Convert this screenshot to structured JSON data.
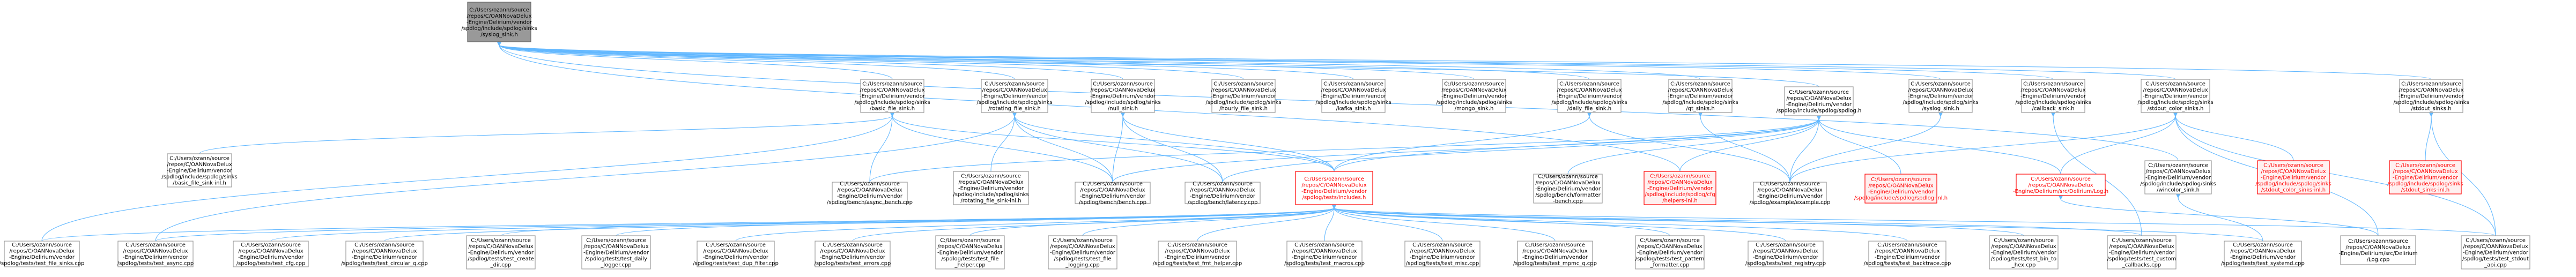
{
  "graph": {
    "title": "",
    "colors": {
      "edge": "#63b8ff",
      "node_border": "#999999",
      "root_fill": "#999999",
      "highlight_border": "#ff0000",
      "highlight_text": "#ff0000",
      "highlight_fill": "#fff0f0"
    },
    "nodes": [
      {
        "id": "root",
        "style": "root",
        "lines": [
          "C:/Users/ozann/source",
          "/repos/C/OANNovaDelux",
          "-Engine/Delirium/vendor",
          "/spdlog/include/spdlog/sinks",
          "/syslog_sink.h"
        ]
      },
      {
        "id": "basic_file",
        "style": "normal",
        "lines": [
          "C:/Users/ozann/source",
          "/repos/C/OANNovaDelux",
          "-Engine/Delirium/vendor",
          "/spdlog/include/spdlog/sinks",
          "/basic_file_sink.h"
        ]
      },
      {
        "id": "rotating",
        "style": "normal",
        "lines": [
          "C:/Users/ozann/source",
          "/repos/C/OANNovaDelux",
          "-Engine/Delirium/vendor",
          "/spdlog/include/spdlog/sinks",
          "/rotating_file_sink.h"
        ]
      },
      {
        "id": "null_sink",
        "style": "normal",
        "lines": [
          "C:/Users/ozann/source",
          "/repos/C/OANNovaDelux",
          "-Engine/Delirium/vendor",
          "/spdlog/include/spdlog/sinks",
          "/null_sink.h"
        ]
      },
      {
        "id": "hourly",
        "style": "normal",
        "lines": [
          "C:/Users/ozann/source",
          "/repos/C/OANNovaDelux",
          "-Engine/Delirium/vendor",
          "/spdlog/include/spdlog/sinks",
          "/hourly_file_sink.h"
        ]
      },
      {
        "id": "kafka",
        "style": "normal",
        "lines": [
          "C:/Users/ozann/source",
          "/repos/C/OANNovaDelux",
          "-Engine/Delirium/vendor",
          "/spdlog/include/spdlog/sinks",
          "/kafka_sink.h"
        ]
      },
      {
        "id": "mongo",
        "style": "normal",
        "lines": [
          "C:/Users/ozann/source",
          "/repos/C/OANNovaDelux",
          "-Engine/Delirium/vendor",
          "/spdlog/include/spdlog/sinks",
          "/mongo_sink.h"
        ]
      },
      {
        "id": "daily",
        "style": "normal",
        "lines": [
          "C:/Users/ozann/source",
          "/repos/C/OANNovaDelux",
          "-Engine/Delirium/vendor",
          "/spdlog/include/spdlog/sinks",
          "/daily_file_sink.h"
        ]
      },
      {
        "id": "qt",
        "style": "normal",
        "lines": [
          "C:/Users/ozann/source",
          "/repos/C/OANNovaDelux",
          "-Engine/Delirium/vendor",
          "/spdlog/include/spdlog/sinks",
          "/qt_sinks.h"
        ]
      },
      {
        "id": "spdlog_h",
        "style": "normal",
        "lines": [
          "C:/Users/ozann/source",
          "/repos/C/OANNovaDelux",
          "-Engine/Delirium/vendor",
          "/spdlog/include/spdlog/spdlog.h"
        ]
      },
      {
        "id": "syslog_sink",
        "style": "normal",
        "lines": [
          "C:/Users/ozann/source",
          "/repos/C/OANNovaDelux",
          "-Engine/Delirium/vendor",
          "/spdlog/include/spdlog/sinks",
          "/syslog_sink.h"
        ]
      },
      {
        "id": "callback",
        "style": "normal",
        "lines": [
          "C:/Users/ozann/source",
          "/repos/C/OANNovaDelux",
          "-Engine/Delirium/vendor",
          "/spdlog/include/spdlog/sinks",
          "/callback_sink.h"
        ]
      },
      {
        "id": "stdout_color",
        "style": "normal",
        "lines": [
          "C:/Users/ozann/source",
          "/repos/C/OANNovaDelux",
          "-Engine/Delirium/vendor",
          "/spdlog/include/spdlog/sinks",
          "/stdout_color_sinks.h"
        ]
      },
      {
        "id": "stdout_sinks",
        "style": "normal",
        "lines": [
          "C:/Users/ozann/source",
          "/repos/C/OANNovaDelux",
          "-Engine/Delirium/vendor",
          "/spdlog/include/spdlog/sinks",
          "/stdout_sinks.h"
        ]
      },
      {
        "id": "basic_file_inl",
        "style": "normal",
        "lines": [
          "C:/Users/ozann/source",
          "/repos/C/OANNovaDelux",
          "-Engine/Delirium/vendor",
          "/spdlog/include/spdlog/sinks",
          "/basic_file_sink-inl.h"
        ]
      },
      {
        "id": "bench_async",
        "style": "normal",
        "lines": [
          "C:/Users/ozann/source",
          "/repos/C/OANNovaDelux",
          "-Engine/Delirium/vendor",
          "/spdlog/bench/async_bench.cpp"
        ]
      },
      {
        "id": "rotating_inl",
        "style": "normal",
        "lines": [
          "C:/Users/ozann/source",
          "/repos/C/OANNovaDelux",
          "-Engine/Delirium/vendor",
          "/spdlog/include/spdlog/sinks",
          "/rotating_file_sink-inl.h"
        ]
      },
      {
        "id": "bench_bench",
        "style": "normal",
        "lines": [
          "C:/Users/ozann/source",
          "/repos/C/OANNovaDelux",
          "-Engine/Delirium/vendor",
          "/spdlog/bench/bench.cpp"
        ]
      },
      {
        "id": "bench_latency",
        "style": "normal",
        "lines": [
          "C:/Users/ozann/source",
          "/repos/C/OANNovaDelux",
          "-Engine/Delirium/vendor",
          "/spdlog/bench/latency.cpp"
        ]
      },
      {
        "id": "includes",
        "style": "red",
        "lines": [
          "C:/Users/ozann/source",
          "/repos/C/OANNovaDelux",
          "-Engine/Delirium/vendor",
          "/spdlog/tests/includes.h"
        ]
      },
      {
        "id": "bench_formatter",
        "style": "normal",
        "lines": [
          "C:/Users/ozann/source",
          "/repos/C/OANNovaDelux",
          "-Engine/Delirium/vendor",
          "/spdlog/bench/formatter",
          "-bench.cpp"
        ]
      },
      {
        "id": "cfg_helpers",
        "style": "red-fill",
        "lines": [
          "C:/Users/ozann/source",
          "/repos/C/OANNovaDelux",
          "-Engine/Delirium/vendor",
          "/spdlog/include/spdlog/cfg",
          "/helpers-inl.h"
        ]
      },
      {
        "id": "example",
        "style": "normal",
        "lines": [
          "C:/Users/ozann/source",
          "/repos/C/OANNovaDelux",
          "-Engine/Delirium/vendor",
          "/spdlog/example/example.cpp"
        ]
      },
      {
        "id": "spdlog_inl",
        "style": "red-fill",
        "lines": [
          "C:/Users/ozann/source",
          "/repos/C/OANNovaDelux",
          "-Engine/Delirium/vendor",
          "/spdlog/include/spdlog/spdlog-inl.h"
        ]
      },
      {
        "id": "log_h",
        "style": "red",
        "lines": [
          "C:/Users/ozann/source",
          "/repos/C/OANNovaDelux",
          "-Engine/Delirium/src/Delirium/Log.h"
        ]
      },
      {
        "id": "wincolor",
        "style": "normal",
        "lines": [
          "C:/Users/ozann/source",
          "/repos/C/OANNovaDelux",
          "-Engine/Delirium/vendor",
          "/spdlog/include/spdlog/sinks",
          "/wincolor_sink.h"
        ]
      },
      {
        "id": "stdout_color_inl",
        "style": "red-fill",
        "lines": [
          "C:/Users/ozann/source",
          "/repos/C/OANNovaDelux",
          "-Engine/Delirium/vendor",
          "/spdlog/include/spdlog/sinks",
          "/stdout_color_sinks-inl.h"
        ]
      },
      {
        "id": "stdout_sinks_inl",
        "style": "red-fill",
        "lines": [
          "C:/Users/ozann/source",
          "/repos/C/OANNovaDelux",
          "-Engine/Delirium/vendor",
          "/spdlog/include/spdlog/sinks",
          "/stdout_sinks-inl.h"
        ]
      },
      {
        "id": "t_file_sinks",
        "style": "normal",
        "lines": [
          "C:/Users/ozann/source",
          "/repos/C/OANNovaDelux",
          "-Engine/Delirium/vendor",
          "/spdlog/tests/test_file_sinks.cpp"
        ]
      },
      {
        "id": "t_async",
        "style": "normal",
        "lines": [
          "C:/Users/ozann/source",
          "/repos/C/OANNovaDelux",
          "-Engine/Delirium/vendor",
          "/spdlog/tests/test_async.cpp"
        ]
      },
      {
        "id": "t_cfg",
        "style": "normal",
        "lines": [
          "C:/Users/ozann/source",
          "/repos/C/OANNovaDelux",
          "-Engine/Delirium/vendor",
          "/spdlog/tests/test_cfg.cpp"
        ]
      },
      {
        "id": "t_circular_q",
        "style": "normal",
        "lines": [
          "C:/Users/ozann/source",
          "/repos/C/OANNovaDelux",
          "-Engine/Delirium/vendor",
          "/spdlog/tests/test_circular_q.cpp"
        ]
      },
      {
        "id": "t_create_dir",
        "style": "normal",
        "lines": [
          "C:/Users/ozann/source",
          "/repos/C/OANNovaDelux",
          "-Engine/Delirium/vendor",
          "/spdlog/tests/test_create",
          "_dir.cpp"
        ]
      },
      {
        "id": "t_daily_logger",
        "style": "normal",
        "lines": [
          "C:/Users/ozann/source",
          "/repos/C/OANNovaDelux",
          "-Engine/Delirium/vendor",
          "/spdlog/tests/test_daily",
          "_logger.cpp"
        ]
      },
      {
        "id": "t_dup_filter",
        "style": "normal",
        "lines": [
          "C:/Users/ozann/source",
          "/repos/C/OANNovaDelux",
          "-Engine/Delirium/vendor",
          "/spdlog/tests/test_dup_filter.cpp"
        ]
      },
      {
        "id": "t_errors",
        "style": "normal",
        "lines": [
          "C:/Users/ozann/source",
          "/repos/C/OANNovaDelux",
          "-Engine/Delirium/vendor",
          "/spdlog/tests/test_errors.cpp"
        ]
      },
      {
        "id": "t_file_helper",
        "style": "normal",
        "lines": [
          "C:/Users/ozann/source",
          "/repos/C/OANNovaDelux",
          "-Engine/Delirium/vendor",
          "/spdlog/tests/test_file",
          "_helper.cpp"
        ]
      },
      {
        "id": "t_fmt_helper",
        "style": "normal",
        "lines": [
          "C:/Users/ozann/source",
          "/repos/C/OANNovaDelux",
          "-Engine/Delirium/vendor",
          "/spdlog/tests/test_file",
          "_logging.cpp"
        ]
      },
      {
        "id": "t_fmt_helper2",
        "style": "normal",
        "lines": [
          "C:/Users/ozann/source",
          "/repos/C/OANNovaDelux",
          "-Engine/Delirium/vendor",
          "/spdlog/tests/test_fmt_helper.cpp"
        ]
      },
      {
        "id": "t_macros",
        "style": "normal",
        "lines": [
          "C:/Users/ozann/source",
          "/repos/C/OANNovaDelux",
          "-Engine/Delirium/vendor",
          "/spdlog/tests/test_macros.cpp"
        ]
      },
      {
        "id": "t_misc",
        "style": "normal",
        "lines": [
          "C:/Users/ozann/source",
          "/repos/C/OANNovaDelux",
          "-Engine/Delirium/vendor",
          "/spdlog/tests/test_misc.cpp"
        ]
      },
      {
        "id": "t_mpmc_q",
        "style": "normal",
        "lines": [
          "C:/Users/ozann/source",
          "/repos/C/OANNovaDelux",
          "-Engine/Delirium/vendor",
          "/spdlog/tests/test_mpmc_q.cpp"
        ]
      },
      {
        "id": "t_pattern",
        "style": "normal",
        "lines": [
          "C:/Users/ozann/source",
          "/repos/C/OANNovaDelux",
          "-Engine/Delirium/vendor",
          "/spdlog/tests/test_pattern",
          "_formatter.cpp"
        ]
      },
      {
        "id": "t_registry",
        "style": "normal",
        "lines": [
          "C:/Users/ozann/source",
          "/repos/C/OANNovaDelux",
          "-Engine/Delirium/vendor",
          "/spdlog/tests/test_registry.cpp"
        ]
      },
      {
        "id": "t_backtrace",
        "style": "normal",
        "lines": [
          "C:/Users/ozann/source",
          "/repos/C/OANNovaDelux",
          "-Engine/Delirium/vendor",
          "/spdlog/tests/test_backtrace.cpp"
        ]
      },
      {
        "id": "t_bin_to_hex",
        "style": "normal",
        "lines": [
          "C:/Users/ozann/source",
          "/repos/C/OANNovaDelux",
          "-Engine/Delirium/vendor",
          "/spdlog/tests/test_bin_to",
          "_hex.cpp"
        ]
      },
      {
        "id": "t_custom_cb",
        "style": "normal",
        "lines": [
          "C:/Users/ozann/source",
          "/repos/C/OANNovaDelux",
          "-Engine/Delirium/vendor",
          "/spdlog/tests/test_custom",
          "_callbacks.cpp"
        ]
      },
      {
        "id": "t_systemd",
        "style": "normal",
        "lines": [
          "C:/Users/ozann/source",
          "/repos/C/OANNovaDelux",
          "-Engine/Delirium/vendor",
          "/spdlog/tests/test_systemd.cpp"
        ]
      },
      {
        "id": "log_cpp",
        "style": "normal",
        "lines": [
          "C:/Users/ozann/source",
          "/repos/C/OANNovaDelux",
          "-Engine/Delirium/src/Delirium",
          "/Log.cpp"
        ]
      },
      {
        "id": "t_stdout_api",
        "style": "normal",
        "lines": [
          "C:/Users/ozann/source",
          "/repos/C/OANNovaDelux",
          "-Engine/Delirium/vendor",
          "/spdlog/tests/test_stdout",
          "_api.cpp"
        ]
      }
    ],
    "edges": [
      [
        "root",
        "basic_file"
      ],
      [
        "root",
        "rotating"
      ],
      [
        "root",
        "null_sink"
      ],
      [
        "root",
        "hourly"
      ],
      [
        "root",
        "kafka"
      ],
      [
        "root",
        "mongo"
      ],
      [
        "root",
        "daily"
      ],
      [
        "root",
        "qt"
      ],
      [
        "root",
        "spdlog_h"
      ],
      [
        "root",
        "syslog_sink"
      ],
      [
        "root",
        "callback"
      ],
      [
        "root",
        "stdout_color"
      ],
      [
        "root",
        "stdout_sinks"
      ],
      [
        "root",
        "cfg_helpers"
      ],
      [
        "root",
        "wincolor"
      ],
      [
        "basic_file",
        "basic_file_inl"
      ],
      [
        "basic_file",
        "bench_async"
      ],
      [
        "basic_file",
        "bench_bench"
      ],
      [
        "basic_file",
        "includes"
      ],
      [
        "basic_file",
        "t_file_sinks"
      ],
      [
        "rotating",
        "rotating_inl"
      ],
      [
        "rotating",
        "bench_bench"
      ],
      [
        "rotating",
        "bench_latency"
      ],
      [
        "rotating",
        "includes"
      ],
      [
        "rotating",
        "t_async"
      ],
      [
        "null_sink",
        "bench_bench"
      ],
      [
        "null_sink",
        "bench_latency"
      ],
      [
        "null_sink",
        "includes"
      ],
      [
        "daily",
        "includes"
      ],
      [
        "daily",
        "example"
      ],
      [
        "qt",
        "example"
      ],
      [
        "spdlog_h",
        "bench_async"
      ],
      [
        "spdlog_h",
        "bench_bench"
      ],
      [
        "spdlog_h",
        "bench_latency"
      ],
      [
        "spdlog_h",
        "includes"
      ],
      [
        "spdlog_h",
        "bench_formatter"
      ],
      [
        "spdlog_h",
        "cfg_helpers"
      ],
      [
        "spdlog_h",
        "example"
      ],
      [
        "spdlog_h",
        "spdlog_inl"
      ],
      [
        "spdlog_h",
        "log_h"
      ],
      [
        "syslog_sink",
        "example"
      ],
      [
        "callback",
        "t_custom_cb"
      ],
      [
        "stdout_color",
        "example"
      ],
      [
        "stdout_color",
        "log_h"
      ],
      [
        "stdout_color",
        "stdout_color_inl"
      ],
      [
        "stdout_color",
        "t_stdout_api"
      ],
      [
        "stdout_color",
        "log_cpp"
      ],
      [
        "stdout_sinks",
        "stdout_sinks_inl"
      ],
      [
        "stdout_sinks",
        "t_stdout_api"
      ],
      [
        "wincolor",
        "t_systemd"
      ],
      [
        "log_h",
        "log_cpp"
      ],
      [
        "includes",
        "t_file_sinks"
      ],
      [
        "includes",
        "t_async"
      ],
      [
        "includes",
        "t_cfg"
      ],
      [
        "includes",
        "t_circular_q"
      ],
      [
        "includes",
        "t_create_dir"
      ],
      [
        "includes",
        "t_daily_logger"
      ],
      [
        "includes",
        "t_dup_filter"
      ],
      [
        "includes",
        "t_errors"
      ],
      [
        "includes",
        "t_file_helper"
      ],
      [
        "includes",
        "t_fmt_helper"
      ],
      [
        "includes",
        "t_fmt_helper2"
      ],
      [
        "includes",
        "t_macros"
      ],
      [
        "includes",
        "t_misc"
      ],
      [
        "includes",
        "t_mpmc_q"
      ],
      [
        "includes",
        "t_pattern"
      ],
      [
        "includes",
        "t_registry"
      ],
      [
        "includes",
        "t_backtrace"
      ],
      [
        "includes",
        "t_bin_to_hex"
      ],
      [
        "includes",
        "t_custom_cb"
      ],
      [
        "includes",
        "t_systemd"
      ],
      [
        "includes",
        "t_stdout_api"
      ]
    ]
  }
}
